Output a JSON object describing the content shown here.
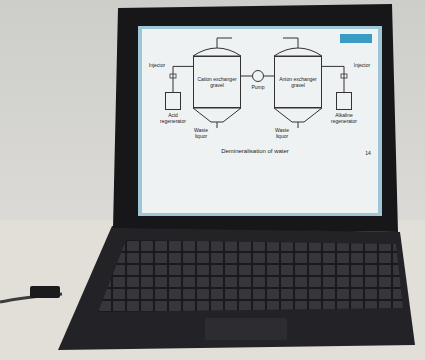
{
  "diagram": {
    "caption": "Demineralisation of water",
    "nodes": [
      {
        "text": [
          "Cation exchanger gravel"
        ]
      },
      {
        "text": [
          "Pump"
        ]
      },
      {
        "text": [
          "Anion exchanger gravel"
        ]
      },
      {
        "text": [
          "Acid regenerator"
        ]
      },
      {
        "text": [
          "Alkaline regenerator"
        ]
      }
    ],
    "edges": [
      {
        "from": 3,
        "to": 0,
        "arrow": "none"
      },
      {
        "from": 0,
        "to": 1,
        "arrow": "none"
      },
      {
        "from": 1,
        "to": 2,
        "arrow": "none"
      },
      {
        "from": 4,
        "to": 2,
        "arrow": "none"
      }
    ],
    "labels": [
      "Injector",
      "Injector",
      "Waste liquor",
      "Waste liquor",
      "14"
    ]
  }
}
